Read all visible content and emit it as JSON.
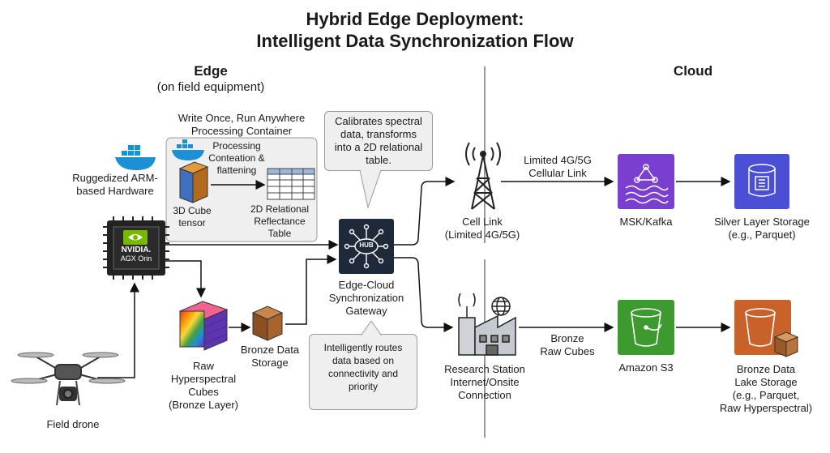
{
  "title_line1": "Hybrid Edge Deployment:",
  "title_line2": "Intelligent Data Synchronization Flow",
  "edge": {
    "header": "Edge",
    "subheader": "(on field equipment)"
  },
  "cloud": {
    "header": "Cloud"
  },
  "container_title_1": "Write Once, Run Anywhere",
  "container_title_2": "Processing Container",
  "processing_label_1": "Processing",
  "processing_label_2": "Conteation &",
  "processing_label_3": "flattening",
  "cube_tensor_1": "3D Cube",
  "cube_tensor_2": "tensor",
  "relational_1": "2D Relational",
  "relational_2": "Reflectance",
  "relational_3": "Table",
  "hardware_1": "Ruggedized ARM-",
  "hardware_2": "based Hardware",
  "chip_brand": "NVIDIA.",
  "chip_model": "AGX Orin",
  "drone_label": "Field drone",
  "raw_1": "Raw",
  "raw_2": "Hyperspectral",
  "raw_3": "Cubes",
  "raw_4": "(Bronze Layer)",
  "bronze_storage_1": "Bronze Data",
  "bronze_storage_2": "Storage",
  "hub_text": "HUB",
  "gateway_1": "Edge-Cloud",
  "gateway_2": "Synchronization",
  "gateway_3": "Gateway",
  "callout_top_1": "Calibrates spectral",
  "callout_top_2": "data, transforms",
  "callout_top_3": "into a 2D relational",
  "callout_top_4": "table.",
  "callout_bottom_1": "Intelligently routes",
  "callout_bottom_2": "data based on",
  "callout_bottom_3": "connectivity and",
  "callout_bottom_4": "priority",
  "cell_link_1": "Cell Link",
  "cell_link_2": "(Limited 4G/5G)",
  "cellular_1": "Limited 4G/5G",
  "cellular_2": "Cellular Link",
  "msk_label": "MSK/Kafka",
  "silver_1": "Silver Layer Storage",
  "silver_2": "(e.g., Parquet)",
  "station_1": "Research Station",
  "station_2": "Internet/Onsite",
  "station_3": "Connection",
  "bronze_raw_1": "Bronze",
  "bronze_raw_2": "Raw Cubes",
  "s3_label": "Amazon S3",
  "lake_1": "Bronze Data",
  "lake_2": "Lake Storage",
  "lake_3": "(e.g., Parquet,",
  "lake_4": "Raw Hyperspectral)",
  "colors": {
    "kafka": "#7b3fd0",
    "silver": "#4a4fd6",
    "s3": "#3c9a2e",
    "lake": "#c9622a",
    "docker": "#1d8fd3"
  }
}
